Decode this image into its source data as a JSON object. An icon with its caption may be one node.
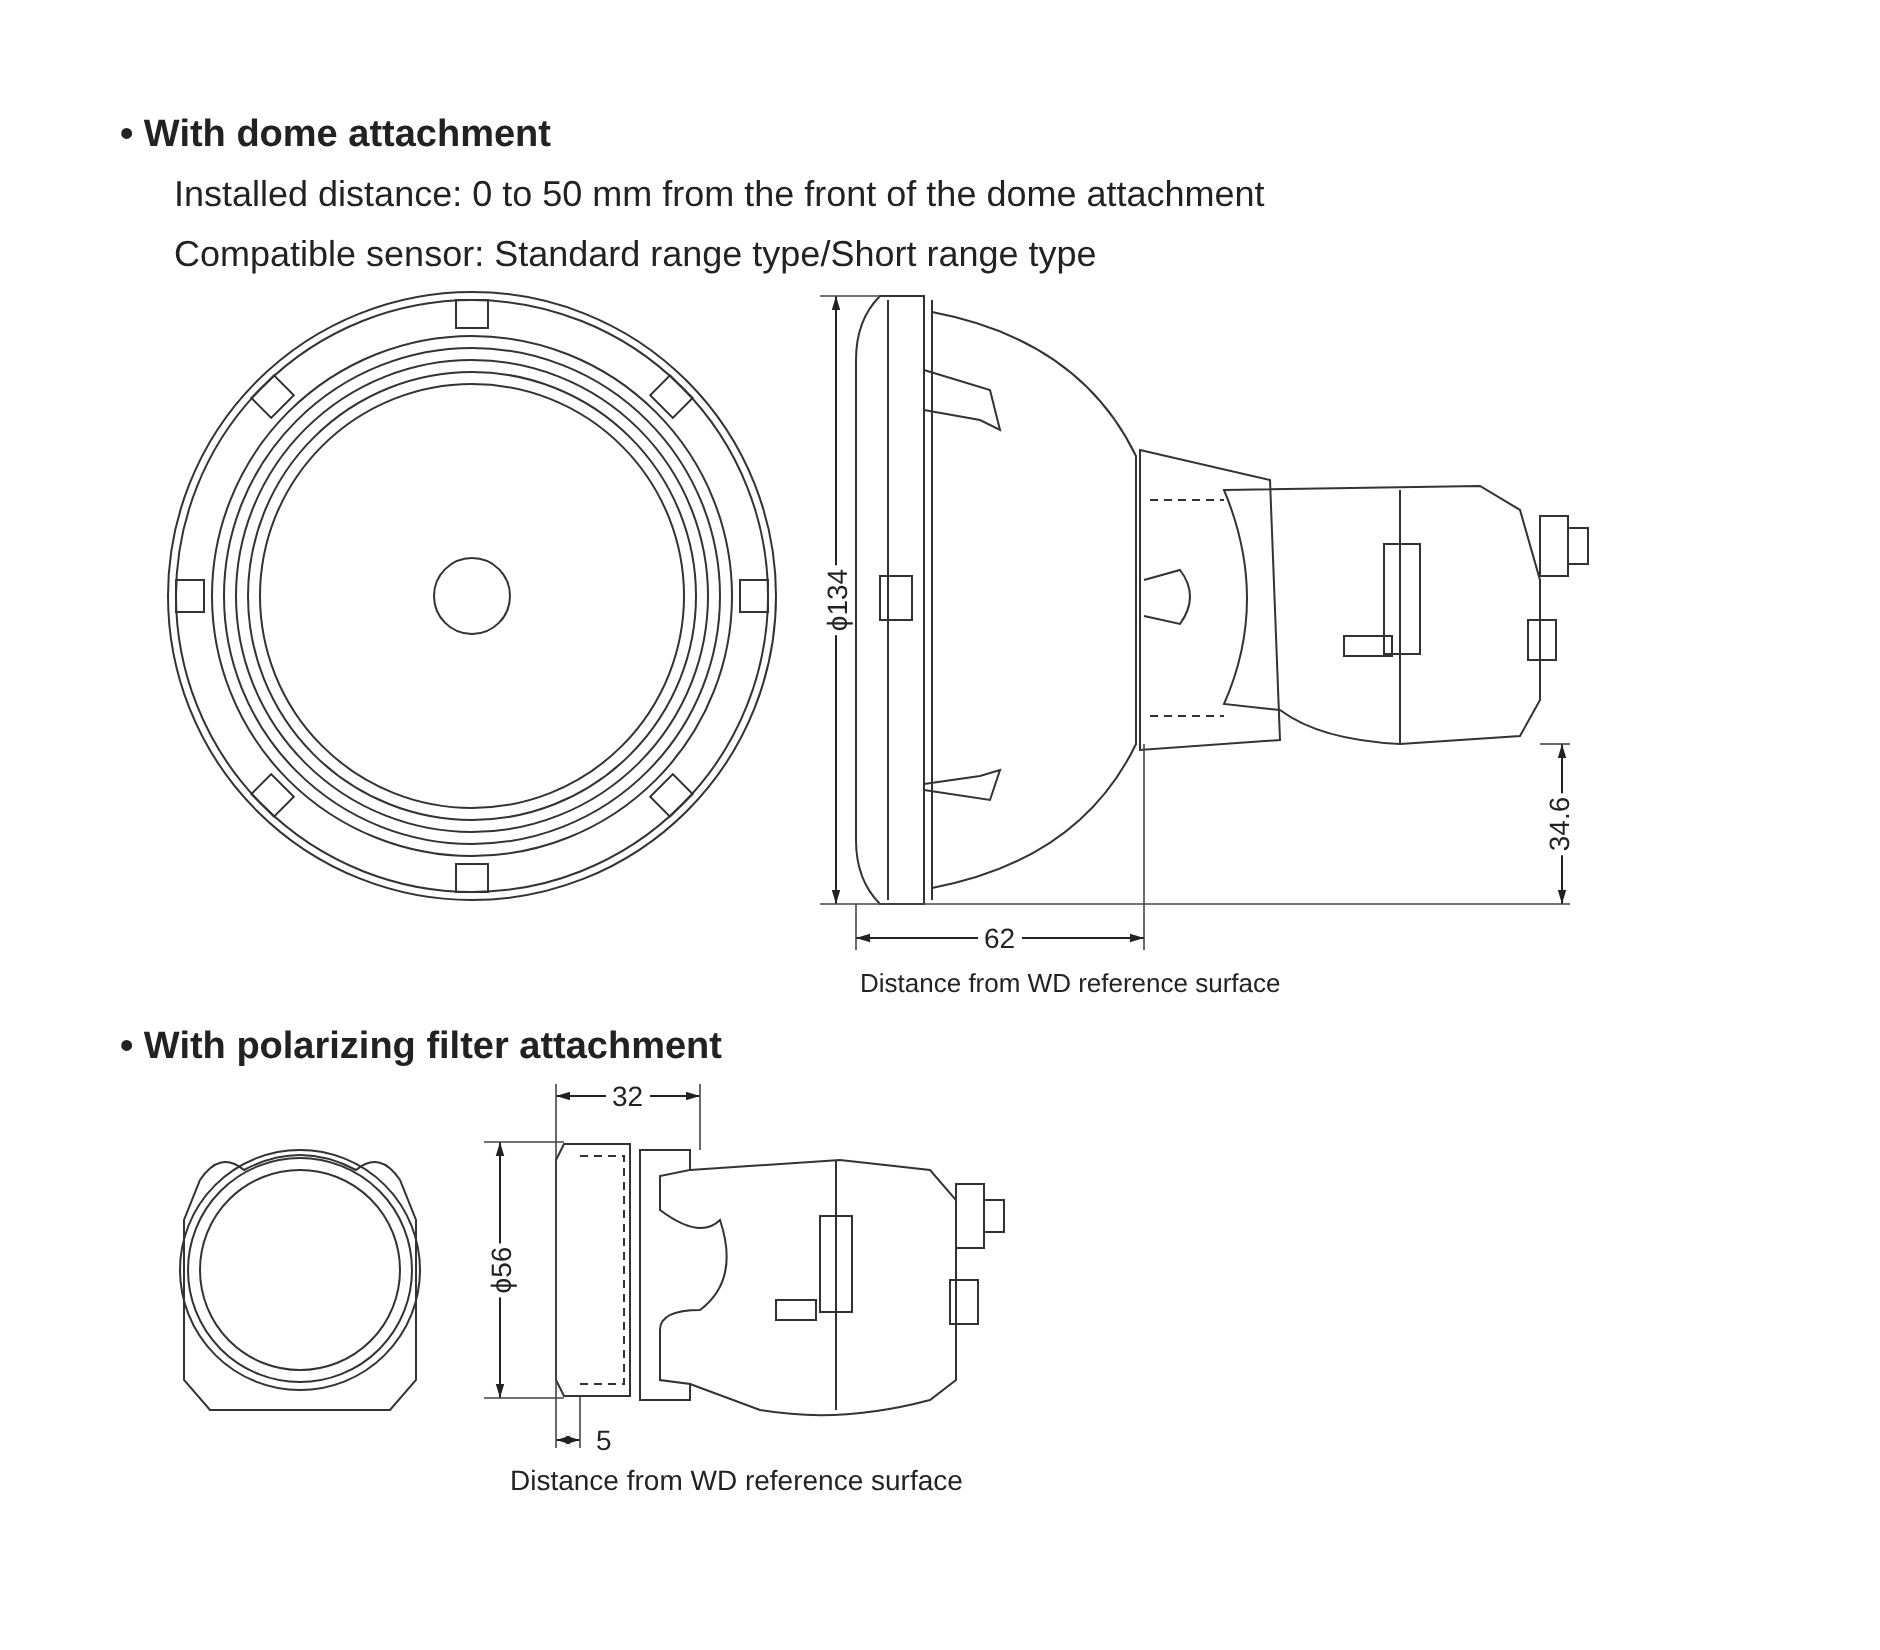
{
  "diagram": {
    "labels": [
      "• With dome attachment",
      "Installed distance: 0 to 50 mm from the front of the dome attachment",
      "Compatible sensor: Standard range type/Short range type",
      "ϕ134",
      "34.6",
      "62",
      "Distance from WD reference surface",
      "• With polarizing filter attachment",
      "32",
      "ϕ56",
      "5",
      "Distance from WD reference surface"
    ]
  }
}
